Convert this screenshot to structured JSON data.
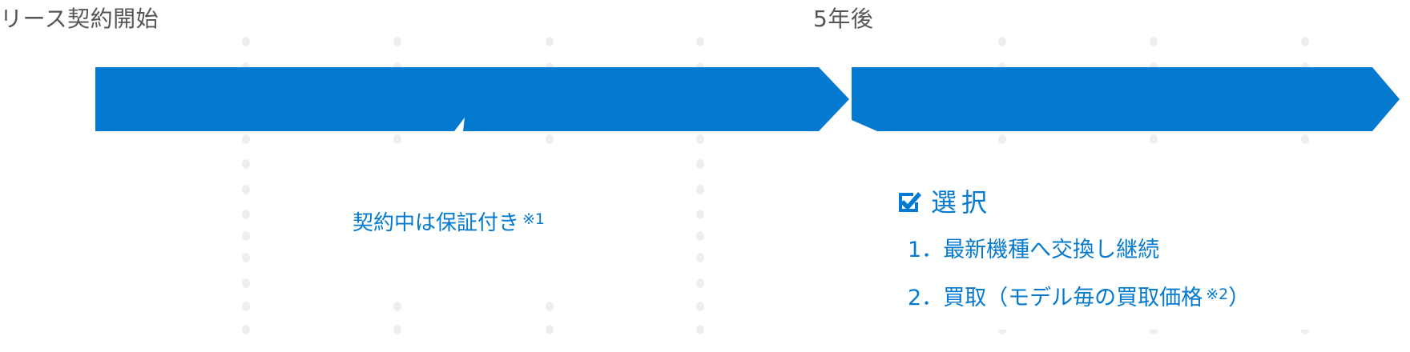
{
  "timeline": {
    "start_label": "リース契約開始",
    "end_label": "5年後",
    "accent_color": "#0379d0",
    "dot_color": "#eeeeee",
    "label_color": "#555555"
  },
  "phase1": {
    "caption": "契約中は保証付き",
    "note_mark": "※1"
  },
  "phase2": {
    "icon": "checkbox-checked-icon",
    "heading": "選択",
    "options": [
      {
        "number": "1．",
        "text": "最新機種へ交換し継続",
        "note_mark": ""
      },
      {
        "number": "2．",
        "text": "買取（モデル毎の買取価格",
        "note_mark": "※2",
        "close": "）"
      }
    ]
  }
}
